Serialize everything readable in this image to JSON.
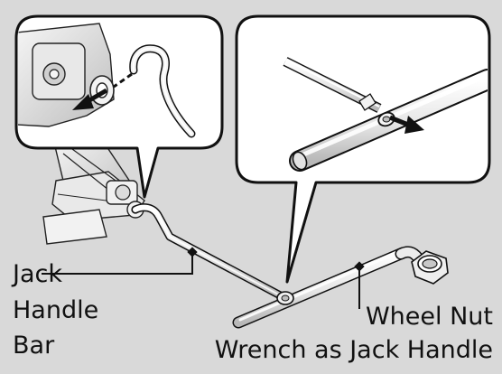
{
  "labels": {
    "jack_handle_bar": [
      "Jack",
      "Handle",
      "Bar"
    ],
    "wheel_nut_wrench": [
      "Wheel Nut",
      "Wrench as Jack Handle"
    ]
  },
  "colors": {
    "background": "#d9d9d9",
    "inset_background": "#ffffff",
    "outline": "#111111",
    "part_fill": "#f4f4f4",
    "shading": "#c9c9c9",
    "arrow": "#111111"
  },
  "icons": [
    "jack-mechanism",
    "jack-handle-hook",
    "wheel-nut-wrench",
    "pull-arrow"
  ]
}
